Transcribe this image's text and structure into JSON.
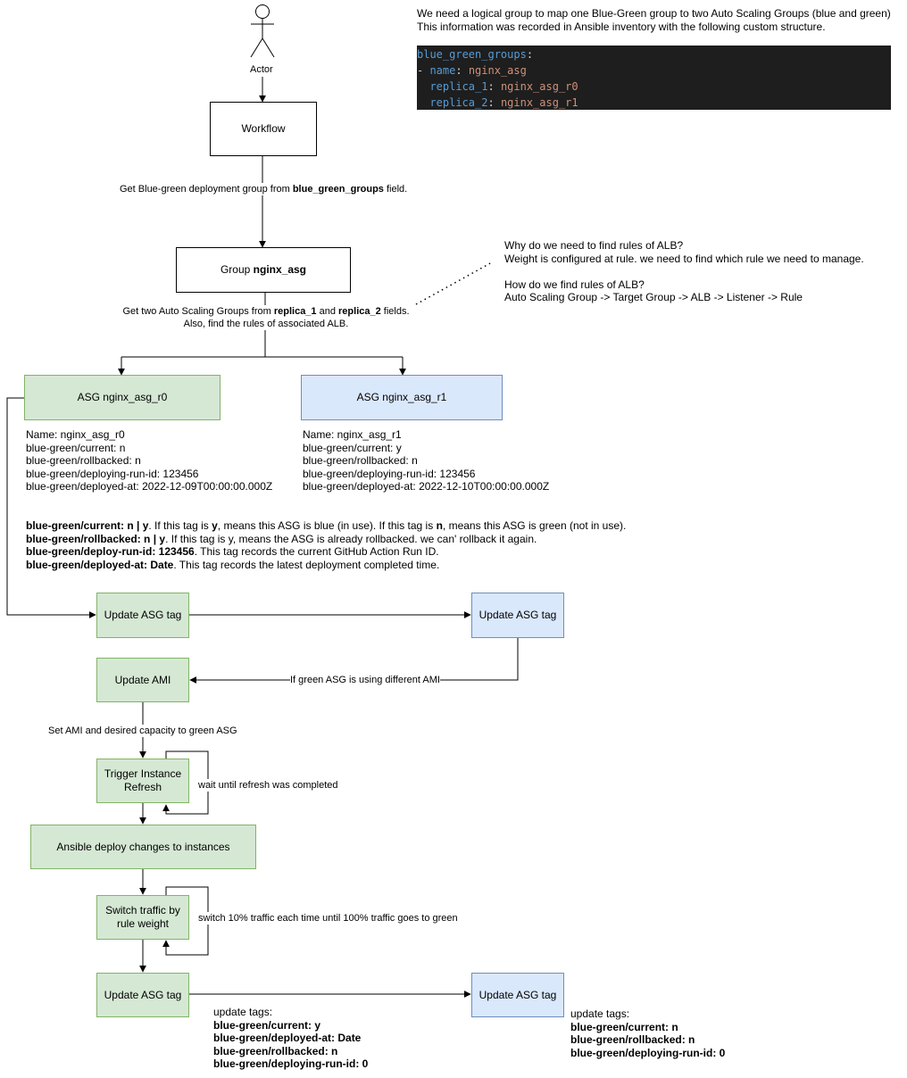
{
  "actor": {
    "label": "Actor"
  },
  "header_note": {
    "line1": "We need a logical group to map one Blue-Green group to two Auto Scaling Groups (blue and green)",
    "line2": "This information was recorded in Ansible inventory with the following custom structure."
  },
  "code": {
    "l1_key": "blue_green_groups",
    "l1_punct": ":",
    "l2_dash": "- ",
    "l2_key": "name",
    "l2_punct": ": ",
    "l2_val": "nginx_asg",
    "l3_indent": "  ",
    "l3_key": "replica_1",
    "l3_punct": ": ",
    "l3_val": "nginx_asg_r0",
    "l4_indent": "  ",
    "l4_key": "replica_2",
    "l4_punct": ": ",
    "l4_val": "nginx_asg_r1"
  },
  "workflow": {
    "label": "Workflow"
  },
  "edge_get_group": {
    "prefix": "Get Blue-green deployment group from ",
    "bold": "blue_green_groups",
    "suffix": " field."
  },
  "group_box": {
    "prefix": "Group ",
    "bold": "nginx_asg"
  },
  "edge_get_asgs": {
    "l1_a": "Get two Auto Scaling Groups from ",
    "l1_b": "replica_1",
    "l1_c": " and ",
    "l1_d": "replica_2",
    "l1_e": " fields.",
    "l2": "Also, find the rules of associated ALB."
  },
  "alb_note": {
    "l1": "Why do we need to find rules of ALB?",
    "l2": "Weight is configured at rule. we need to find which rule we need to manage.",
    "l3": "How do we find rules of ALB?",
    "l4": "Auto Scaling Group -> Target Group -> ALB -> Listener -> Rule"
  },
  "asg_r0": {
    "label": "ASG nginx_asg_r0",
    "tags": [
      "Name: nginx_asg_r0",
      "blue-green/current: n",
      "blue-green/rollbacked: n",
      "blue-green/deploying-run-id: 123456",
      "blue-green/deployed-at: 2022-12-09T00:00:00.000Z"
    ]
  },
  "asg_r1": {
    "label": "ASG nginx_asg_r1",
    "tags": [
      "Name: nginx_asg_r1",
      "blue-green/current: y",
      "blue-green/rollbacked: n",
      "blue-green/deploying-run-id: 123456",
      "blue-green/deployed-at: 2022-12-10T00:00:00.000Z"
    ]
  },
  "tag_legend": {
    "r1_bold": "blue-green/current: n | y",
    "r1_a": ". If this tag is ",
    "r1_b": "y",
    "r1_c": ", means this ASG is blue (in use). If this tag is ",
    "r1_d": "n",
    "r1_e": ", means this ASG is green (not in use).",
    "r2_bold": "blue-green/rollbacked: n | y",
    "r2_rest": ". If this tag is y, means the ASG is already rollbacked. we can' rollback it again.",
    "r3_bold": "blue-green/deploy-run-id: 123456",
    "r3_rest": ". This tag records the current GitHub Action Run ID.",
    "r4_bold": "blue-green/deployed-at: Date",
    "r4_rest": ". This tag records the latest deployment completed time."
  },
  "steps": {
    "update_tag_green_1": "Update ASG tag",
    "update_tag_blue_1": "Update ASG tag",
    "update_ami": "Update AMI",
    "trigger_refresh": "Trigger Instance Refresh",
    "ansible_deploy": "Ansible deploy changes to instances",
    "switch_traffic": "Switch traffic by rule weight",
    "update_tag_green_2": "Update ASG tag",
    "update_tag_blue_2": "Update ASG tag"
  },
  "edge_labels": {
    "different_ami": "If green ASG is using different AMI",
    "set_ami": "Set AMI and desired capacity to green ASG",
    "wait_refresh": "wait until refresh was completed",
    "switch_loop": "switch 10% traffic each time until 100% traffic goes to green"
  },
  "final_tags_green": {
    "title": "update tags:",
    "lines": [
      "blue-green/current: y",
      "blue-green/deployed-at: Date",
      "blue-green/rollbacked: n",
      "blue-green/deploying-run-id: 0"
    ]
  },
  "final_tags_blue": {
    "title": "update tags:",
    "lines": [
      "blue-green/current: n",
      "blue-green/rollbacked: n",
      "blue-green/deploying-run-id: 0"
    ]
  },
  "colors": {
    "green_fill": "#d5e8d4",
    "green_stroke": "#82b366",
    "blue_fill": "#dae8fc",
    "blue_stroke": "#6c8ebf",
    "code_bg": "#1e1e1e",
    "code_key": "#569cd6",
    "code_value": "#ce9178"
  }
}
